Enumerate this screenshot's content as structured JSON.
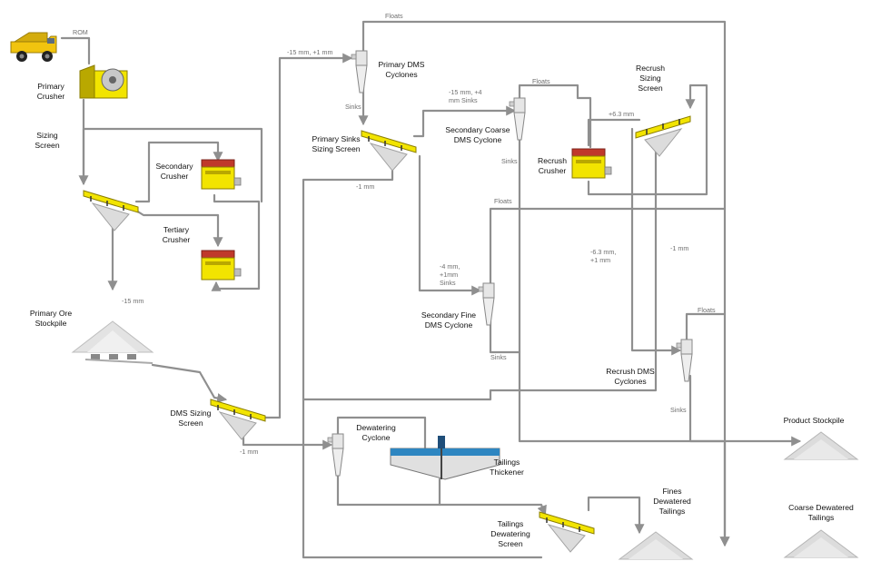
{
  "colors": {
    "pipe": "#8f8f8f",
    "equipment": "#f2e400",
    "equipment_dark": "#b9a800",
    "crusher_band": "#c0392b",
    "truck": "#f1c40f",
    "thickener_water": "#2e86c1",
    "stockpile": "#d6d6d6",
    "label": "#111111",
    "stream_label": "#6e6e6e"
  },
  "units": {
    "primary_crusher": [
      "Primary",
      "Crusher"
    ],
    "sizing_screen": [
      "Sizing",
      "Screen"
    ],
    "secondary_crusher": [
      "Secondary",
      "Crusher"
    ],
    "tertiary_crusher": [
      "Tertiary",
      "Crusher"
    ],
    "primary_ore_stockpile": [
      "Primary Ore",
      "Stockpile"
    ],
    "dms_sizing_screen": [
      "DMS Sizing",
      "Screen"
    ],
    "primary_dms_cyclones": [
      "Primary DMS",
      "Cyclones"
    ],
    "primary_sinks_sizing_screen": [
      "Primary Sinks",
      "Sizing Screen"
    ],
    "secondary_coarse_dms_cyclone": [
      "Secondary Coarse",
      "DMS Cyclone"
    ],
    "recrush_crusher": [
      "Recrush",
      "Crusher"
    ],
    "recrush_sizing_screen": [
      "Recrush",
      "Sizing",
      "Screen"
    ],
    "secondary_fine_dms_cyclone": [
      "Secondary Fine",
      "DMS Cyclone"
    ],
    "recrush_dms_cyclones": [
      "Recrush DMS",
      "Cyclones"
    ],
    "dewatering_cyclone": [
      "Dewatering",
      "Cyclone"
    ],
    "tailings_thickener": [
      "Tailings",
      "Thickener"
    ],
    "tailings_dewatering_screen": [
      "Tailings",
      "Dewatering",
      "Screen"
    ],
    "fines_dewatered_tailings": [
      "Fines",
      "Dewatered",
      "Tailings"
    ],
    "product_stockpile": [
      "Product Stockpile"
    ],
    "coarse_dewatered_tailings": [
      "Coarse Dewatered",
      "Tailings"
    ]
  },
  "streams": {
    "rom": "ROM",
    "minus15": "-15 mm",
    "minus15_plus1": "-15 mm, +1 mm",
    "floats_top": "Floats",
    "sinks_primary": "Sinks",
    "minus1_primary": "-1 mm",
    "minus15_plus4_sinks": [
      "-15 mm, +4",
      "mm Sinks"
    ],
    "floats_secondary_coarse": "Floats",
    "sinks_secondary_coarse": "Sinks",
    "plus6_3": "+6.3 mm",
    "floats_secondary_fine": "Floats",
    "minus4_plus1_sinks": [
      "-4 mm,",
      "+1mm",
      "Sinks"
    ],
    "minus6_3_plus1": [
      "-6.3 mm,",
      "+1 mm"
    ],
    "minus1_recrush": "-1 mm",
    "sinks_secondary_fine": "Sinks",
    "floats_recrush": "Floats",
    "sinks_recrush": "Sinks",
    "minus1_dms": "-1 mm"
  }
}
